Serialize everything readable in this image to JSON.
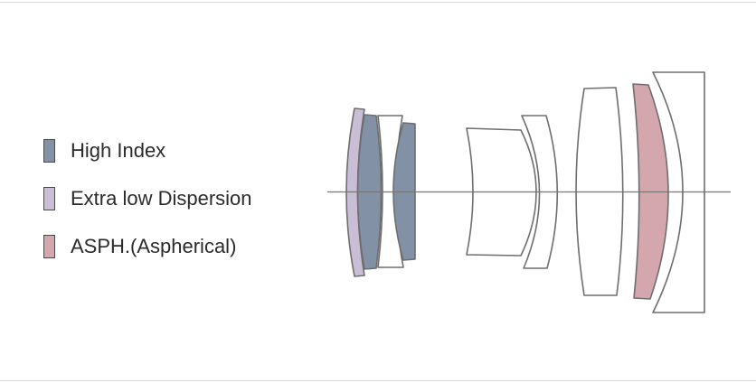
{
  "legend": {
    "items": [
      {
        "label": "High Index",
        "color": "#8391a6"
      },
      {
        "label": "Extra low Dispersion",
        "color": "#c9bed6"
      },
      {
        "label": "ASPH.(Aspherical)",
        "color": "#d4a6ae"
      }
    ]
  },
  "colors": {
    "element_outline": "#6e6e6e",
    "plain_fill": "#ffffff",
    "axis": "#777777"
  }
}
